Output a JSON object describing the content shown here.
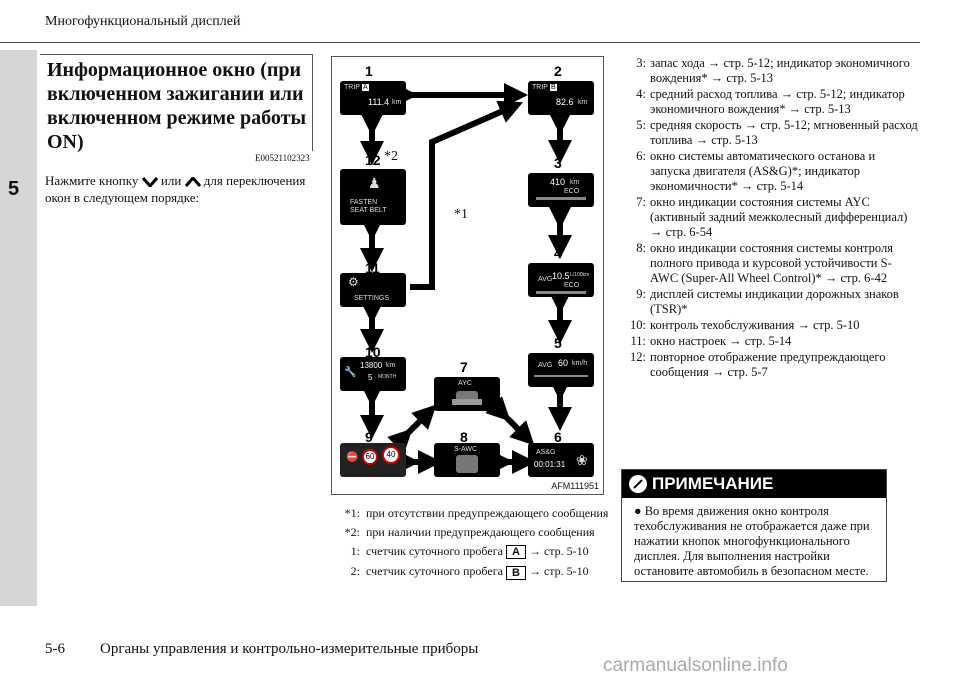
{
  "header": "Многофункциональный дисплей",
  "chapter_tab": "5",
  "section": {
    "title": "Информационное окно (при включенном зажигании или включенном режиме работы ON)",
    "code": "E00521102323",
    "intro": [
      "Нажмите кнопку",
      "или",
      "для переключения окон в следующем порядке:"
    ]
  },
  "diagram": {
    "code": "AFM111951",
    "numbers": [
      "1",
      "2",
      "3",
      "4",
      "5",
      "6",
      "7",
      "8",
      "9",
      "10",
      "11",
      "12"
    ],
    "stars": [
      "*2",
      "*1"
    ],
    "tile_text": {
      "trip_a_label": "TRIP",
      "trip_a_letter": "A",
      "trip_a_value": "111.4",
      "trip_a_unit": "km",
      "trip_b_label": "TRIP",
      "trip_b_letter": "B",
      "trip_b_value": "82.6",
      "trip_b_unit": "km",
      "range_value": "410",
      "range_unit": "km",
      "range_eco": "ECO",
      "avg_fuel_label": "AVG",
      "avg_fuel_value": "10.5",
      "avg_fuel_unit": "L/100km",
      "avg_fuel_eco": "ECO",
      "avg_speed_label": "AVG",
      "avg_speed_value": "60",
      "avg_speed_unit": "km/h",
      "ayc_label": "AYC",
      "swc_label": "S-AWC",
      "asg_label": "AS&G",
      "asg_value": "00:01:31",
      "seatbelt_text": "FASTEN SEAT BELT",
      "settings_text": "SETTINGS",
      "service_km": "13800",
      "service_km_unit": "km",
      "service_month": "5",
      "service_month_unit": "MONTH",
      "tsr_60": "60",
      "tsr_40": "40"
    }
  },
  "footnotes": [
    {
      "key": "*1:",
      "text": "при отсутствии предупреждающего сообщения"
    },
    {
      "key": "*2:",
      "text": "при наличии предупреждающего сообщения"
    },
    {
      "key": "1:",
      "text": "счетчик суточного пробега",
      "box": "A",
      "ref": "→ стр. 5-10"
    },
    {
      "key": "2:",
      "text": "счетчик суточного пробега",
      "box": "B",
      "ref": "→ стр. 5-10"
    }
  ],
  "list": [
    {
      "key": "3:",
      "text": "запас хода → стр. 5-12; индикатор экономичного вождения* → стр. 5-13"
    },
    {
      "key": "4:",
      "text": "средний расход топлива → стр. 5-12; индикатор экономичного вождения* → стр. 5-13"
    },
    {
      "key": "5:",
      "text": "средняя скорость → стр. 5-12; мгновенный расход топлива → стр. 5-13"
    },
    {
      "key": "6:",
      "text": "окно системы автоматического останова и запуска двигателя (AS&G)*; индикатор экономичности* → стр. 5-14"
    },
    {
      "key": "7:",
      "text": "окно индикации состояния системы AYC (активный задний межколесный дифференциал) → стр. 6-54"
    },
    {
      "key": "8:",
      "text": "окно индикации состояния системы контроля полного привода и курсовой устойчивости S-AWC (Super-All Wheel Control)* → стр. 6-42"
    },
    {
      "key": "9:",
      "text": "дисплей системы индикации дорожных знаков (TSR)*"
    },
    {
      "key": "10:",
      "text": "контроль техобслуживания → стр. 5-10"
    },
    {
      "key": "11:",
      "text": "окно настроек → стр. 5-14"
    },
    {
      "key": "12:",
      "text": "повторное отображение предупреждающего сообщения → стр. 5-7"
    }
  ],
  "note": {
    "heading": "ПРИМЕЧАНИЕ",
    "bullet": "Во время движения окно контроля техобслуживания не отображается даже при нажатии кнопок многофункционального дисплея. Для выполнения настройки остановите автомобиль в безопасном месте."
  },
  "footer": {
    "page": "5-6",
    "title": "Органы управления и контрольно-измерительные приборы"
  },
  "watermark": "carmanualsonline.info"
}
